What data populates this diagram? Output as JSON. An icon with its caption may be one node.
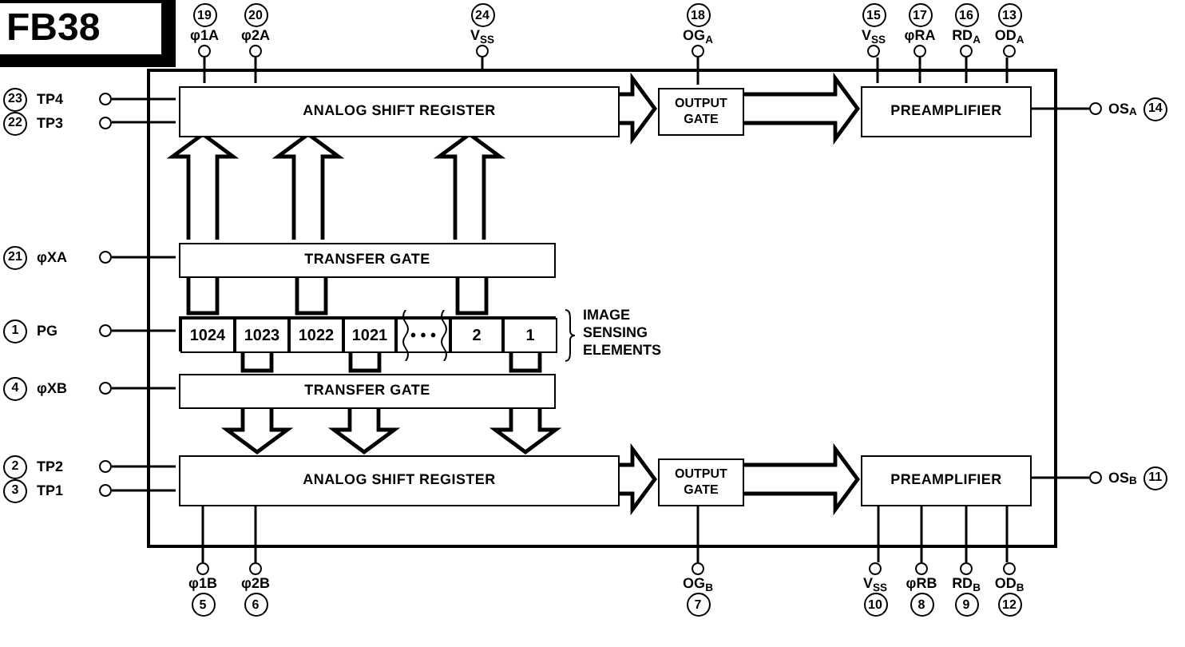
{
  "diagram": {
    "nodes": [
      {
        "text": [],
        "shape": "box"
      },
      {
        "text": [
          "ANALOG SHIFT REGISTER"
        ],
        "in": 0
      },
      {
        "text": [
          "OUTPUT GATE"
        ],
        "in": 0
      },
      {
        "text": [
          "PREAMPLIFIER"
        ],
        "in": 0
      },
      {
        "text": [
          "TRANSFER GATE"
        ],
        "in": 0
      },
      {
        "text": [],
        "shape": "bar",
        "in": 0,
        "beside": [
          "IMAGE SENSING ELEMENTS"
        ]
      },
      {
        "text": [
          "1024"
        ],
        "in": 5
      },
      {
        "text": [
          "1023"
        ],
        "in": 5
      },
      {
        "text": [
          "1022"
        ],
        "in": 5
      },
      {
        "text": [
          "1021"
        ],
        "in": 5
      },
      {
        "text": [
          "• • •"
        ],
        "in": 5
      },
      {
        "text": [
          "2"
        ],
        "in": 5
      },
      {
        "text": [
          "1"
        ],
        "in": 5
      },
      {
        "text": [
          "TRANSFER GATE"
        ],
        "in": 0
      },
      {
        "text": [
          "ANALOG SHIFT REGISTER"
        ],
        "in": 0
      },
      {
        "text": [
          "OUTPUT GATE"
        ],
        "in": 0
      },
      {
        "text": [
          "PREAMPLIFIER"
        ],
        "in": 0
      },
      {
        "text": [
          "19",
          "φ1A"
        ]
      },
      {
        "text": [
          "20",
          "φ2A"
        ]
      },
      {
        "text": [
          "24",
          "V$_{SS}$"
        ]
      },
      {
        "text": [
          "18",
          "OG$_{A}$"
        ]
      },
      {
        "text": [
          "15",
          "V$_{SS}$"
        ]
      },
      {
        "text": [
          "17",
          "φRA"
        ]
      },
      {
        "text": [
          "16",
          "RD$_{A}$"
        ]
      },
      {
        "text": [
          "13",
          "OD$_{A}$"
        ]
      },
      {
        "text": [
          "23",
          "TP4"
        ]
      },
      {
        "text": [
          "22",
          "TP3"
        ]
      },
      {
        "text": [
          "OS$_{A}$",
          "14"
        ]
      },
      {
        "text": [
          "21",
          "φXA"
        ]
      },
      {
        "text": [
          "1",
          "PG"
        ]
      },
      {
        "text": [
          "4",
          "φXB"
        ]
      },
      {
        "text": [
          "2",
          "TP2"
        ]
      },
      {
        "text": [
          "3",
          "TP1"
        ]
      },
      {
        "text": [
          "OS$_{B}$",
          "11"
        ]
      },
      {
        "text": [
          "φ1B",
          "5"
        ]
      },
      {
        "text": [
          "φ2B",
          "6"
        ]
      },
      {
        "text": [
          "OG$_{B}$",
          "7"
        ]
      },
      {
        "text": [
          "V$_{SS}$",
          "10"
        ]
      },
      {
        "text": [
          "φRB",
          "8"
        ]
      },
      {
        "text": [
          "RD$_{B}$",
          "9"
        ]
      },
      {
        "text": [
          "OD$_{B}$",
          "12"
        ]
      }
    ],
    "edges": [
      {
        "from": 1,
        "to": 2,
        "arrow": "to",
        "style": "thick"
      },
      {
        "from": 2,
        "to": 3,
        "arrow": "to",
        "style": "thick"
      },
      {
        "from": 14,
        "to": 15,
        "arrow": "to",
        "style": "thick"
      },
      {
        "from": 15,
        "to": 16,
        "arrow": "to",
        "style": "thick"
      },
      {
        "from": 4,
        "to": 1,
        "arrow": "to",
        "style": "thick"
      },
      {
        "from": 4,
        "to": 1,
        "arrow": "to",
        "style": "thick"
      },
      {
        "from": 4,
        "to": 1,
        "arrow": "to",
        "style": "thick"
      },
      {
        "from": 6,
        "to": 4,
        "arrow": "none",
        "style": "thick"
      },
      {
        "from": 8,
        "to": 4,
        "arrow": "none",
        "style": "thick"
      },
      {
        "from": 11,
        "to": 4,
        "arrow": "none",
        "style": "thick"
      },
      {
        "from": 7,
        "to": 13,
        "arrow": "none",
        "style": "thick"
      },
      {
        "from": 9,
        "to": 13,
        "arrow": "none",
        "style": "thick"
      },
      {
        "from": 12,
        "to": 13,
        "arrow": "none",
        "style": "thick"
      },
      {
        "from": 13,
        "to": 14,
        "arrow": "to",
        "style": "thick"
      },
      {
        "from": 13,
        "to": 14,
        "arrow": "to",
        "style": "thick"
      },
      {
        "from": 13,
        "to": 14,
        "arrow": "to",
        "style": "thick"
      },
      {
        "from": 17,
        "to": 1,
        "arrow": "none"
      },
      {
        "from": 18,
        "to": 1,
        "arrow": "none"
      },
      {
        "from": 19,
        "to": 0,
        "arrow": "none"
      },
      {
        "from": 20,
        "to": 2,
        "arrow": "none"
      },
      {
        "from": 21,
        "to": 3,
        "arrow": "none"
      },
      {
        "from": 22,
        "to": 3,
        "arrow": "none"
      },
      {
        "from": 23,
        "to": 3,
        "arrow": "none"
      },
      {
        "from": 24,
        "to": 3,
        "arrow": "none"
      },
      {
        "from": 25,
        "to": 1,
        "arrow": "none"
      },
      {
        "from": 26,
        "to": 1,
        "arrow": "none"
      },
      {
        "from": 3,
        "to": 27,
        "arrow": "none"
      },
      {
        "from": 28,
        "to": 4,
        "arrow": "none"
      },
      {
        "from": 29,
        "to": 5,
        "arrow": "none"
      },
      {
        "from": 30,
        "to": 13,
        "arrow": "none"
      },
      {
        "from": 31,
        "to": 14,
        "arrow": "none"
      },
      {
        "from": 32,
        "to": 14,
        "arrow": "none"
      },
      {
        "from": 16,
        "to": 33,
        "arrow": "none"
      },
      {
        "from": 34,
        "to": 14,
        "arrow": "none"
      },
      {
        "from": 35,
        "to": 14,
        "arrow": "none"
      },
      {
        "from": 36,
        "to": 15,
        "arrow": "none"
      },
      {
        "from": 37,
        "to": 16,
        "arrow": "none"
      },
      {
        "from": 38,
        "to": 16,
        "arrow": "none"
      },
      {
        "from": 39,
        "to": 16,
        "arrow": "none"
      },
      {
        "from": 40,
        "to": 16,
        "arrow": "none"
      }
    ],
    "labels": [
      "FB38"
    ]
  }
}
